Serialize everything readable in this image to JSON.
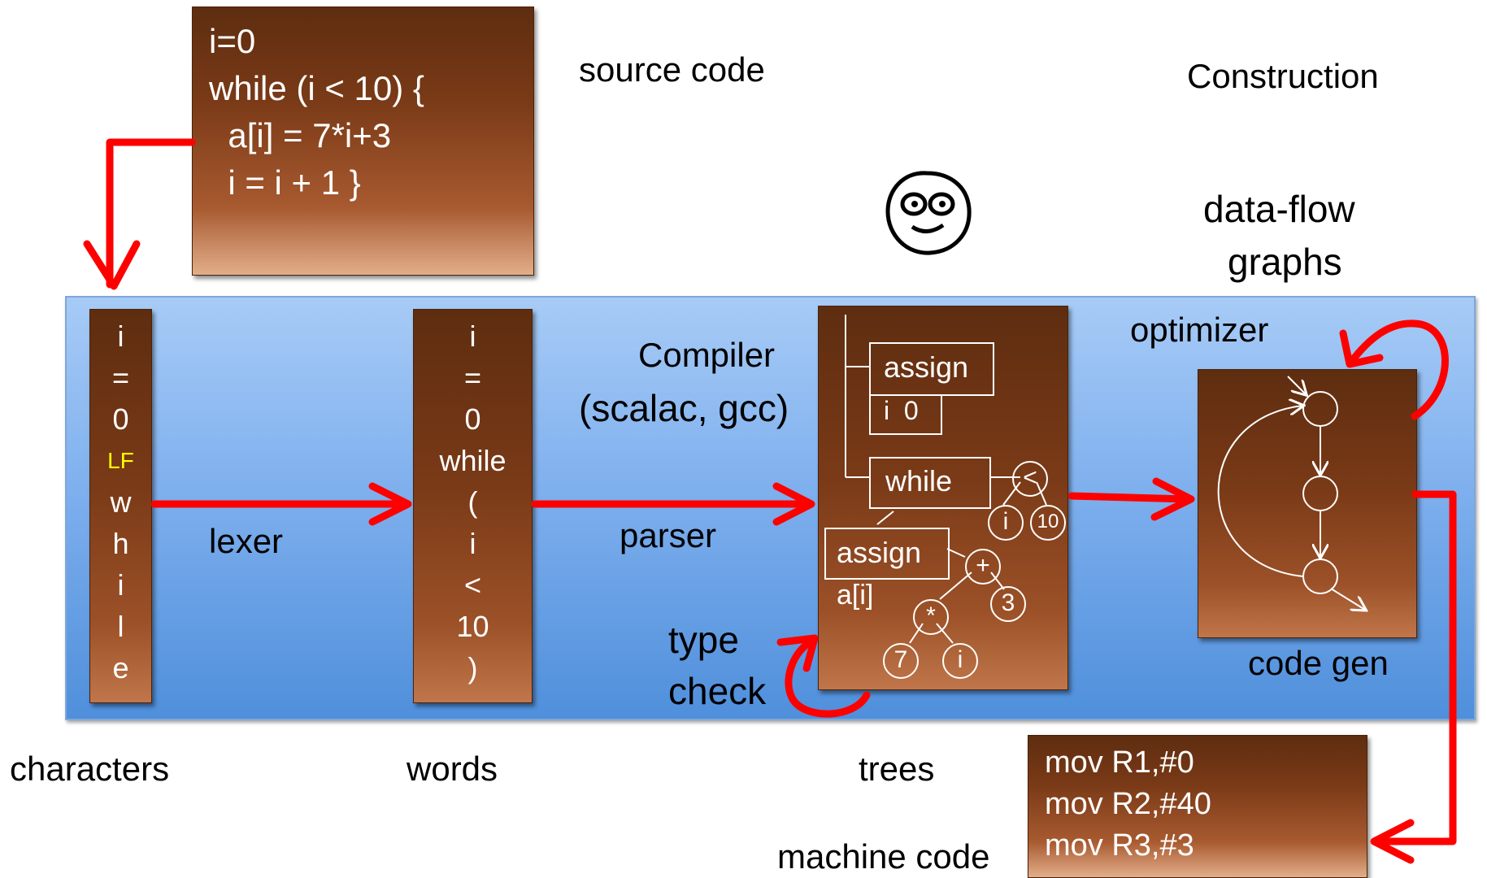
{
  "source_code": {
    "lines": [
      "i=0",
      "while (i < 10) {",
      "  a[i] = 7*i+3",
      "  i = i + 1 }"
    ],
    "label": "source code"
  },
  "headings": {
    "construction": "Construction",
    "data_flow": "data-flow",
    "graphs": "graphs"
  },
  "compiler": {
    "line1": "Compiler",
    "line2": "(scalac, gcc)"
  },
  "characters_column": {
    "items": [
      "i",
      "=",
      "0",
      "LF",
      "w",
      "h",
      "i",
      "l",
      "e"
    ],
    "caption": "characters"
  },
  "words_column": {
    "items": [
      "i",
      "=",
      "0",
      "while",
      "(",
      "i",
      "<",
      "10",
      ")"
    ],
    "caption": "words"
  },
  "stages": {
    "lexer": "lexer",
    "parser": "parser",
    "type_check_1": "type",
    "type_check_2": "check",
    "optimizer": "optimizer",
    "code_gen": "code gen"
  },
  "tree": {
    "assign1": "assign",
    "i0": "i  0",
    "while": "while",
    "lt": "<",
    "i": "i",
    "ten": "10",
    "assign2": "assign",
    "ai": "a[i]",
    "plus": "+",
    "three": "3",
    "star": "*",
    "seven": "7",
    "i2": "i",
    "caption": "trees"
  },
  "machine_code": {
    "lines": [
      "mov R1,#0",
      "mov R2,#40",
      "mov R3,#3"
    ],
    "label": "machine code"
  },
  "colors": {
    "arrow": "#ff0000",
    "lf_highlight": "#ffff00",
    "panel_blue": "#4f8fdb",
    "box_brown": "#7a3a17"
  }
}
